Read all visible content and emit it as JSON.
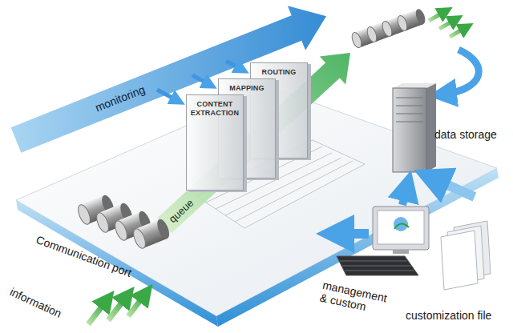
{
  "diagram": {
    "nodes": [
      {
        "text": [
          "CONTENT EXTRACTION"
        ]
      },
      {
        "text": [
          "MAPPING"
        ]
      },
      {
        "text": [
          "ROUTING"
        ]
      }
    ],
    "labels": [
      "monitoring",
      "queue",
      "Communication port",
      "information",
      "data storage",
      "management & custom",
      "customization file"
    ]
  }
}
